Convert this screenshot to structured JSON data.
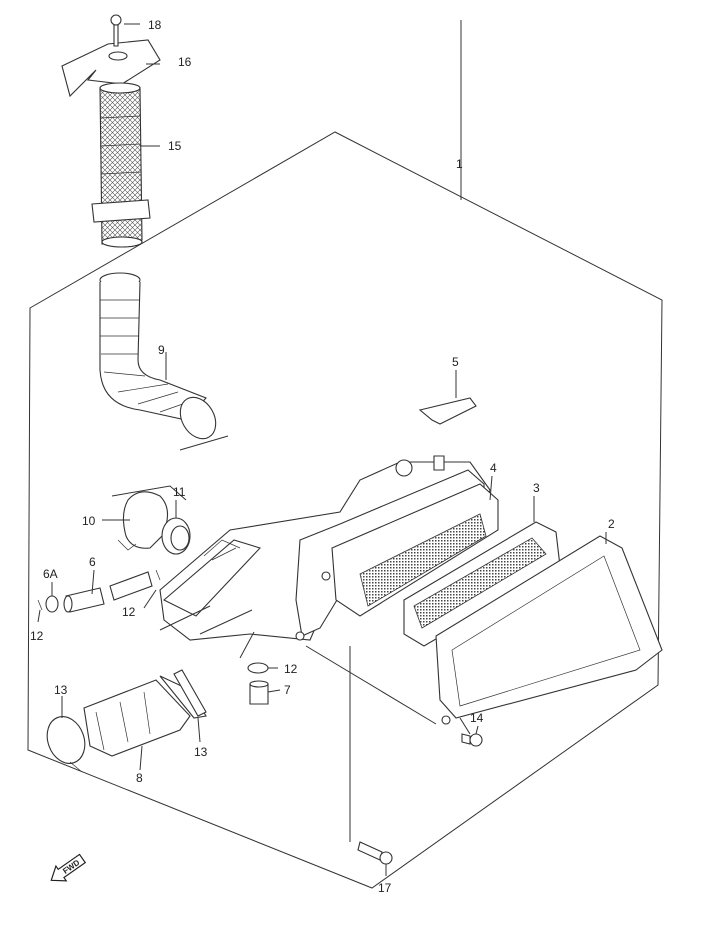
{
  "labels": {
    "p1": "1",
    "p2": "2",
    "p3": "3",
    "p4": "4",
    "p5": "5",
    "p6": "6",
    "p6a": "6A",
    "p7": "7",
    "p8": "8",
    "p9": "9",
    "p10": "10",
    "p11": "11",
    "p12a": "12",
    "p12b": "12",
    "p12c": "12",
    "p13a": "13",
    "p13b": "13",
    "p14": "14",
    "p15": "15",
    "p16": "16",
    "p17": "17",
    "p18": "18"
  },
  "fwd_label": "FWD"
}
